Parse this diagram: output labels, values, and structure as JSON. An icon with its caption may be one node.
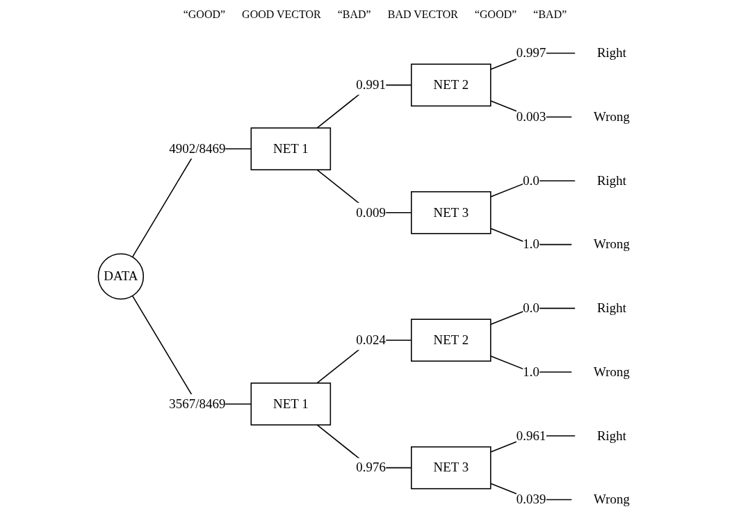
{
  "diagram": {
    "nodes": [
      {
        "text": [
          "DATA"
        ]
      },
      {
        "text": [
          "NET 1"
        ]
      },
      {
        "text": [
          "NET 2"
        ]
      },
      {
        "text": [
          "NET 3"
        ]
      },
      {
        "text": [
          "Right"
        ]
      },
      {
        "text": [
          "Wrong"
        ]
      },
      {
        "text": [
          "Right"
        ]
      },
      {
        "text": [
          "Wrong"
        ]
      },
      {
        "text": [
          "NET 1"
        ]
      },
      {
        "text": [
          "NET 2"
        ]
      },
      {
        "text": [
          "NET 3"
        ]
      },
      {
        "text": [
          "Right"
        ]
      },
      {
        "text": [
          "Wrong"
        ]
      },
      {
        "text": [
          "Right"
        ]
      },
      {
        "text": [
          "Wrong"
        ]
      }
    ],
    "edges": [
      {
        "from": 0,
        "to": 1,
        "arrow": "none",
        "label": "4902/8469"
      },
      {
        "from": 1,
        "to": 2,
        "arrow": "none",
        "label": "0.991"
      },
      {
        "from": 1,
        "to": 3,
        "arrow": "none",
        "label": "0.009"
      },
      {
        "from": 2,
        "to": 4,
        "arrow": "none",
        "label": "0.997"
      },
      {
        "from": 2,
        "to": 5,
        "arrow": "none",
        "label": "0.003"
      },
      {
        "from": 3,
        "to": 6,
        "arrow": "none",
        "label": "0.0"
      },
      {
        "from": 3,
        "to": 7,
        "arrow": "none",
        "label": "1.0"
      },
      {
        "from": 0,
        "to": 8,
        "arrow": "none",
        "label": "3567/8469"
      },
      {
        "from": 8,
        "to": 9,
        "arrow": "none",
        "label": "0.024"
      },
      {
        "from": 8,
        "to": 10,
        "arrow": "none",
        "label": "0.976"
      },
      {
        "from": 9,
        "to": 11,
        "arrow": "none",
        "label": "0.0"
      },
      {
        "from": 9,
        "to": 12,
        "arrow": "none",
        "label": "1.0"
      },
      {
        "from": 10,
        "to": 13,
        "arrow": "none",
        "label": "0.961"
      },
      {
        "from": 10,
        "to": 14,
        "arrow": "none",
        "label": "0.039"
      }
    ],
    "labels": [
      "“GOOD”",
      "GOOD VECTOR",
      "“BAD”",
      "BAD VECTOR",
      "“GOOD”",
      "“BAD”"
    ]
  }
}
